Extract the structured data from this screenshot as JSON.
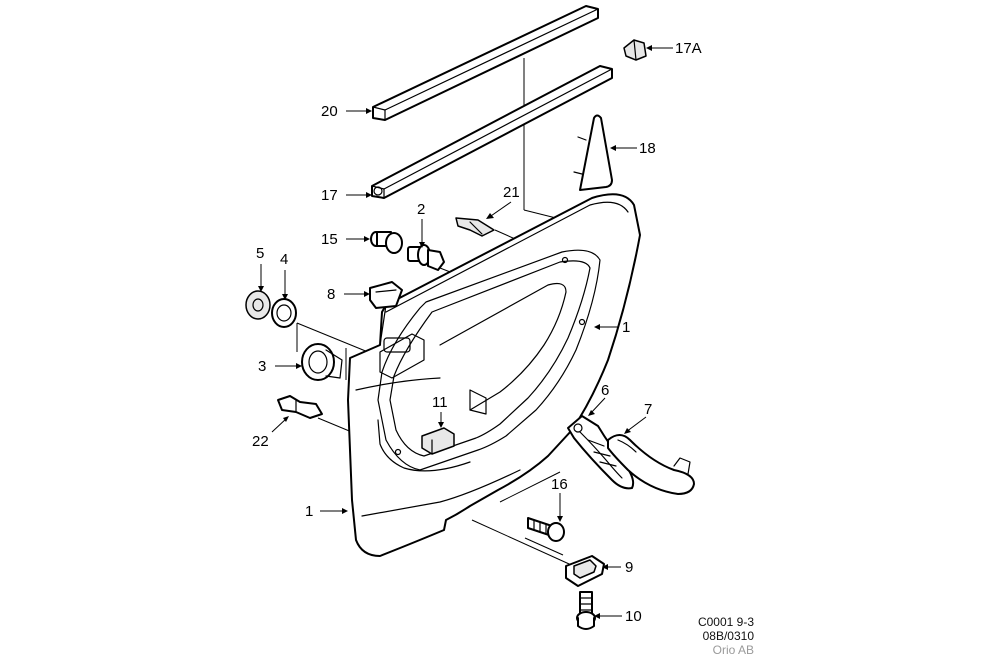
{
  "callouts": [
    {
      "id": "c17a",
      "label": "17A"
    },
    {
      "id": "c20",
      "label": "20"
    },
    {
      "id": "c18",
      "label": "18"
    },
    {
      "id": "c17",
      "label": "17"
    },
    {
      "id": "c21",
      "label": "21"
    },
    {
      "id": "c2",
      "label": "2"
    },
    {
      "id": "c15",
      "label": "15"
    },
    {
      "id": "c5",
      "label": "5"
    },
    {
      "id": "c4",
      "label": "4"
    },
    {
      "id": "c8",
      "label": "8"
    },
    {
      "id": "c1a",
      "label": "1"
    },
    {
      "id": "c3",
      "label": "3"
    },
    {
      "id": "c6",
      "label": "6"
    },
    {
      "id": "c7",
      "label": "7"
    },
    {
      "id": "c11",
      "label": "11"
    },
    {
      "id": "c22",
      "label": "22"
    },
    {
      "id": "c16",
      "label": "16"
    },
    {
      "id": "c1b",
      "label": "1"
    },
    {
      "id": "c9",
      "label": "9"
    },
    {
      "id": "c10",
      "label": "10"
    }
  ],
  "reference": {
    "code": "C0001 9-3",
    "version": "08B/0310",
    "copyright": "Orio AB"
  }
}
